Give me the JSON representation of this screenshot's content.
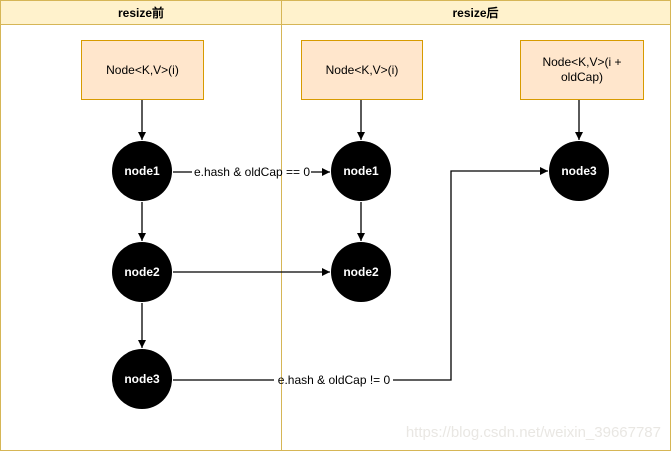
{
  "headers": [
    "resize前",
    "resize后"
  ],
  "boxes": {
    "before_bucket": "Node<K,V>(i)",
    "after_bucket_low": "Node<K,V>(i)",
    "after_bucket_high": "Node<K,V>(i + oldCap)"
  },
  "nodes": {
    "before": [
      "node1",
      "node2",
      "node3"
    ],
    "after": [
      "node1",
      "node2",
      "node3"
    ]
  },
  "edge_labels": {
    "low_bucket": "e.hash & oldCap == 0",
    "high_bucket": "e.hash & oldCap != 0"
  },
  "watermark": "https://blog.csdn.net/weixin_39667787",
  "colors": {
    "header_fill": "#FFF2CC",
    "frame_border": "#D6B656",
    "box_fill": "#FFE6CC",
    "box_border": "#D79B00",
    "node_fill": "#000000",
    "node_text": "#FFFFFF",
    "connector": "#000000"
  }
}
